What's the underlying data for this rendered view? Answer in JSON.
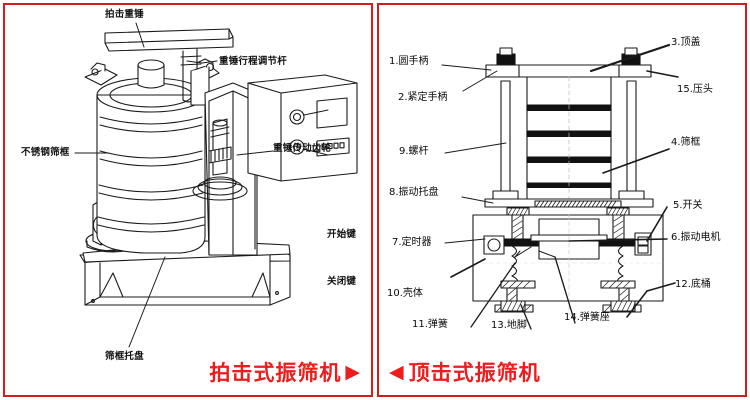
{
  "left_panel": {
    "caption": "拍击式振筛机",
    "caption_arrow": "▶",
    "labels": [
      {
        "id": "hammer",
        "text": "拍击重锤"
      },
      {
        "id": "stroke-adjust-rod",
        "text": "重锤行程调节杆"
      },
      {
        "id": "stainless-sieve-frame",
        "text": "不锈钢筛框"
      },
      {
        "id": "hammer-drive-gear",
        "text": "重锤传动齿轮"
      },
      {
        "id": "start-button",
        "text": "开始键"
      },
      {
        "id": "stop-button",
        "text": "关闭键"
      },
      {
        "id": "sieve-frame-tray",
        "text": "筛框托盘"
      }
    ]
  },
  "right_panel": {
    "caption": "顶击式振筛机",
    "caption_arrow": "◀",
    "labels": [
      {
        "num": "1.",
        "text": "圆手柄"
      },
      {
        "num": "2.",
        "text": "紧定手柄"
      },
      {
        "num": "9.",
        "text": "螺杆"
      },
      {
        "num": "8.",
        "text": "振动托盘"
      },
      {
        "num": "7.",
        "text": "定时器"
      },
      {
        "num": "10.",
        "text": "壳体"
      },
      {
        "num": "11.",
        "text": "弹簧"
      },
      {
        "num": "13.",
        "text": "地脚"
      },
      {
        "num": "14.",
        "text": "弹簧座"
      },
      {
        "num": "3.",
        "text": "顶盖"
      },
      {
        "num": "15.",
        "text": "压头"
      },
      {
        "num": "4.",
        "text": "筛框"
      },
      {
        "num": "5.",
        "text": "开关"
      },
      {
        "num": "6.",
        "text": "振动电机"
      },
      {
        "num": "12.",
        "text": "底桶"
      }
    ]
  },
  "colors": {
    "border_red": "#d11f1f",
    "caption_red": "#ee1c1c",
    "line_black": "#1a1a1a",
    "background": "#ffffff"
  }
}
